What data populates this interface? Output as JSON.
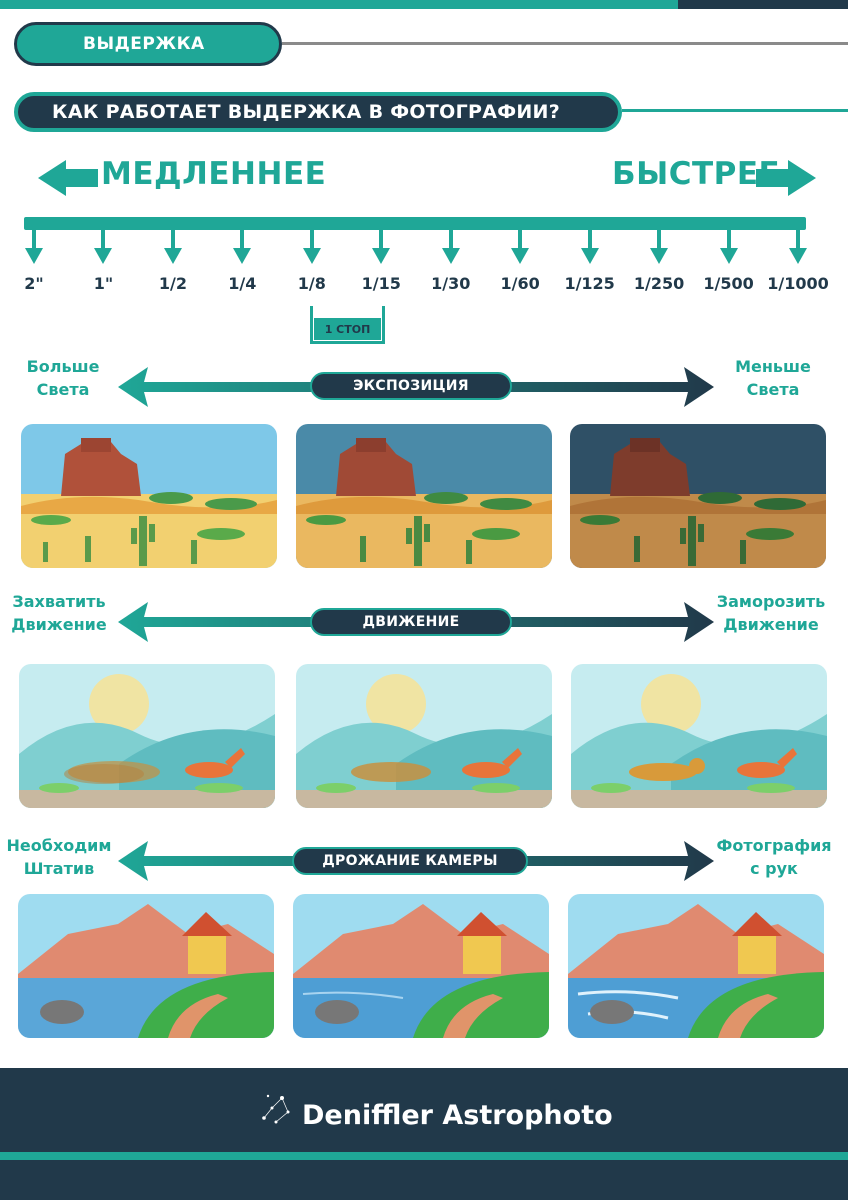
{
  "header": {
    "tag_label": "ВЫДЕРЖКА",
    "title": "КАК РАБОТАЕТ ВЫДЕРЖКА В ФОТОГРАФИИ?"
  },
  "direction": {
    "slower": "МЕДЛЕННЕЕ",
    "faster": "БЫСТРЕЕ"
  },
  "scale": {
    "speeds": [
      "2\"",
      "1\"",
      "1/2",
      "1/4",
      "1/8",
      "1/15",
      "1/30",
      "1/60",
      "1/125",
      "1/250",
      "1/500",
      "1/1000"
    ],
    "stop_label": "1 СТОП"
  },
  "sections": [
    {
      "label": "ЭКСПОЗИЦИЯ",
      "left": [
        "Больше",
        "Света"
      ],
      "right": [
        "Меньше",
        "Света"
      ]
    },
    {
      "label": "ДВИЖЕНИЕ",
      "left": [
        "Захватить",
        "Движение"
      ],
      "right": [
        "Заморозить",
        "Движение"
      ]
    },
    {
      "label": "ДРОЖАНИЕ КАМЕРЫ",
      "left": [
        "Необходим",
        "Штатив"
      ],
      "right": [
        "Фотография",
        "с рук"
      ]
    }
  ],
  "footer": {
    "brand": "Deniffler Astrophoto"
  },
  "colors": {
    "teal": "#1fa797",
    "navy": "#21394a"
  },
  "icons": [
    "arrow-left-icon",
    "arrow-right-icon",
    "tick-arrow-icon",
    "constellation-icon"
  ]
}
